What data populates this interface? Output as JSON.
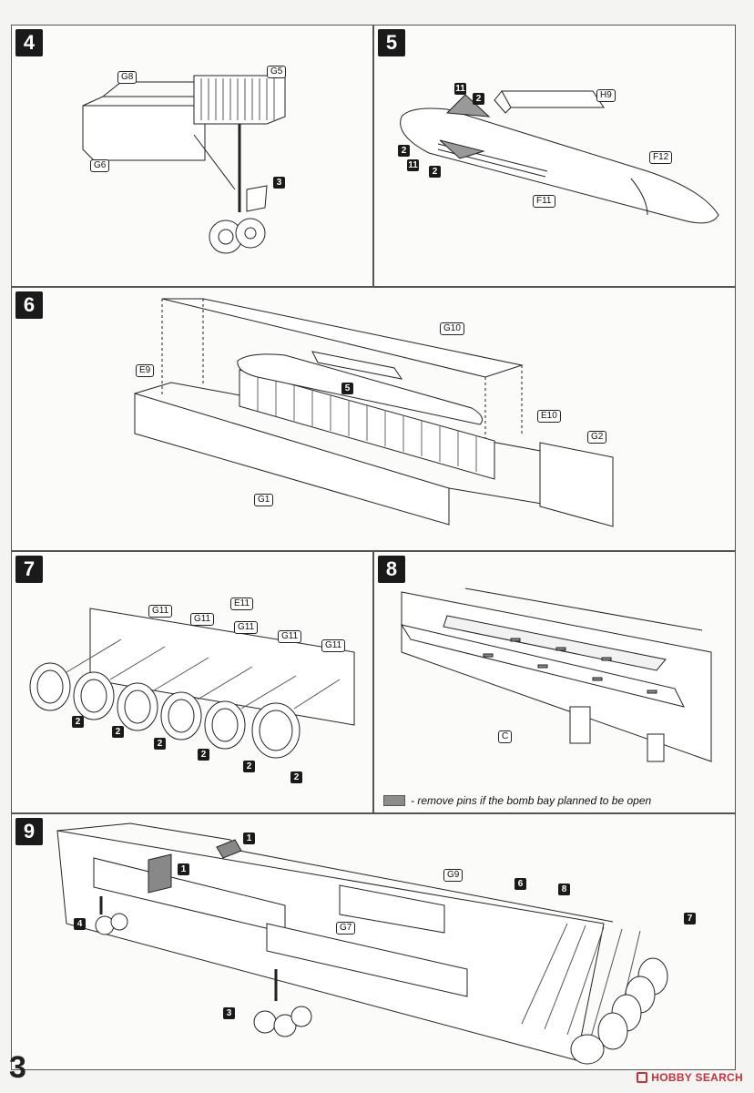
{
  "page": {
    "number": "3"
  },
  "watermark": {
    "text": "HOBBY SEARCH",
    "color": "#c7313a"
  },
  "legend": {
    "text": "- remove pins if the bomb bay planned to be open",
    "swatch_color": "#8c8c8c"
  },
  "steps": [
    {
      "number": "4",
      "parts": [
        "G8",
        "G5",
        "G6"
      ],
      "refs": [
        "3"
      ]
    },
    {
      "number": "5",
      "parts": [
        "H9",
        "F12",
        "F11"
      ],
      "refs": [
        "11",
        "2",
        "2",
        "11",
        "2"
      ]
    },
    {
      "number": "6",
      "parts": [
        "G10",
        "E9",
        "E10",
        "G2",
        "G1"
      ],
      "refs": [
        "5"
      ]
    },
    {
      "number": "7",
      "parts": [
        "G11",
        "E11",
        "G11",
        "G11",
        "G11",
        "G11"
      ],
      "refs": [
        "2",
        "2",
        "2",
        "2",
        "2",
        "2"
      ]
    },
    {
      "number": "8",
      "parts": [
        "C"
      ],
      "refs": []
    },
    {
      "number": "9",
      "parts": [
        "G9",
        "G7"
      ],
      "refs": [
        "1",
        "1",
        "6",
        "8",
        "7",
        "4",
        "3"
      ]
    }
  ]
}
